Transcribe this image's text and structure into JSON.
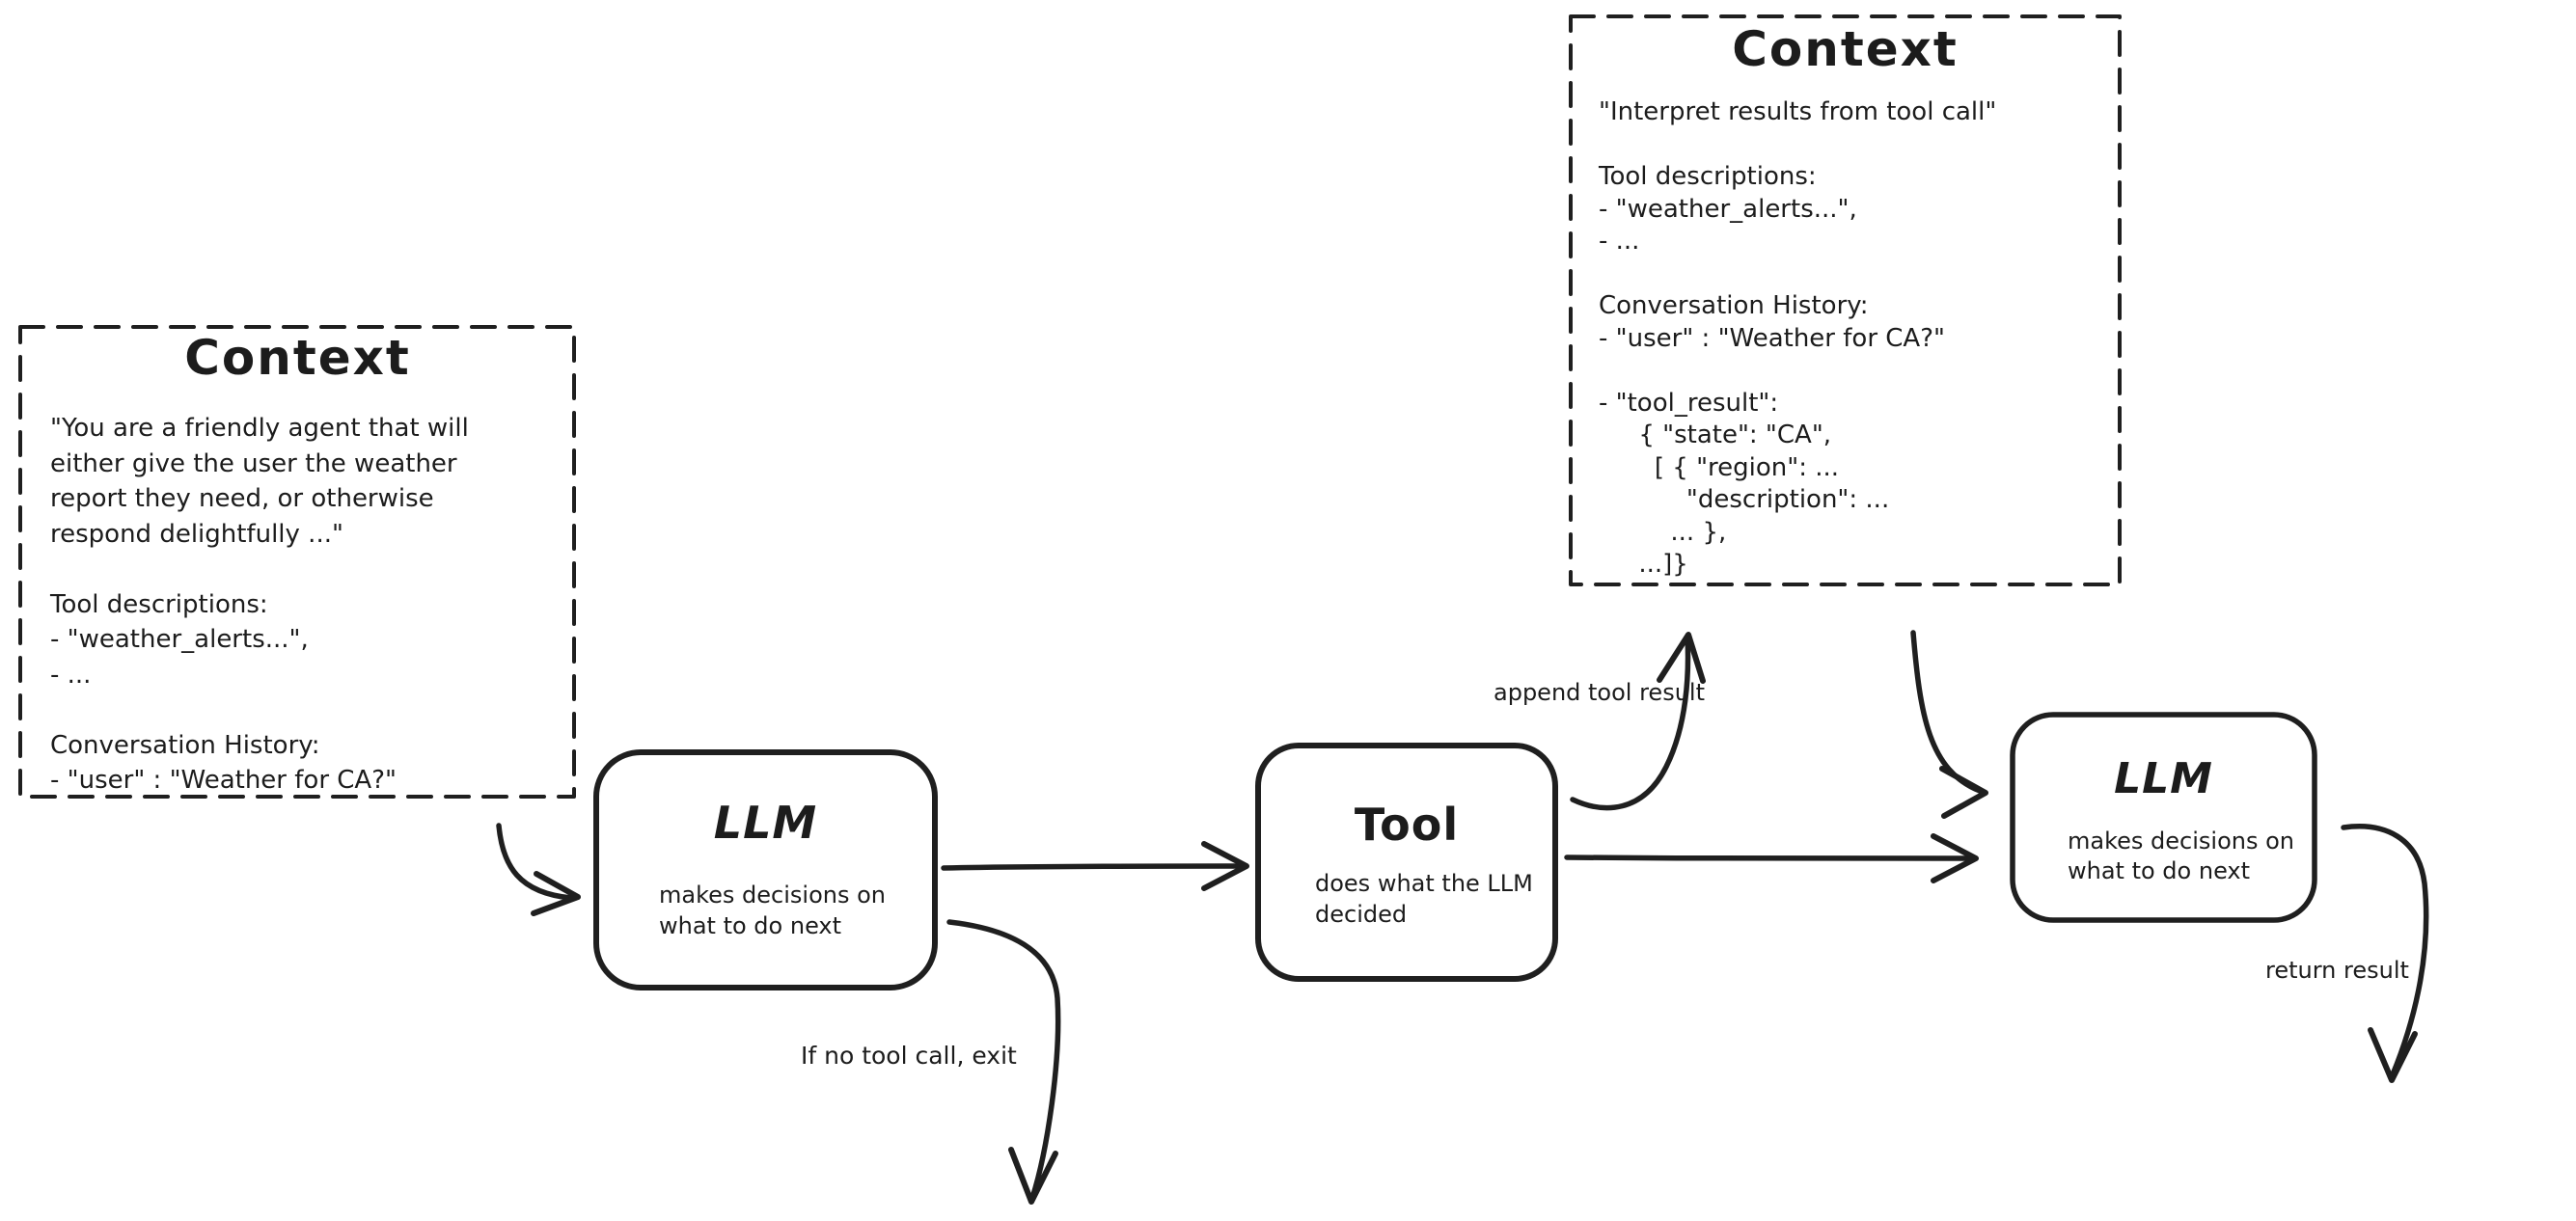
{
  "canvas": {
    "background": "#ffffff",
    "ink": "#1f1f1f"
  },
  "diagram": {
    "context_left": {
      "title": "Context",
      "body": "\"You are a friendly agent that will\neither give the user the weather\nreport they need, or otherwise\nrespond delightfully ...\"\n\nTool descriptions:\n- \"weather_alerts...\",\n- ...\n\nConversation History:\n- \"user\" : \"Weather for CA?\""
    },
    "context_right": {
      "title": "Context",
      "body": "\"Interpret results from tool call\"\n\nTool descriptions:\n- \"weather_alerts...\",\n- ...\n\nConversation History:\n- \"user\" : \"Weather for CA?\"\n\n- \"tool_result\":\n     { \"state\": \"CA\",\n       [ { \"region\": ...\n           \"description\": ...\n         ... },\n     ...]}"
    },
    "llm_first": {
      "title": "LLM",
      "subtitle": "makes decisions on\nwhat to do next"
    },
    "tool": {
      "title": "Tool",
      "subtitle": "does what the LLM\ndecided"
    },
    "llm_second": {
      "title": "LLM",
      "subtitle": "makes decisions on\nwhat to do next"
    },
    "labels": {
      "append_tool_result": "append tool result",
      "if_no_tool_call_exit": "If no tool call, exit",
      "return_result": "return result"
    }
  }
}
